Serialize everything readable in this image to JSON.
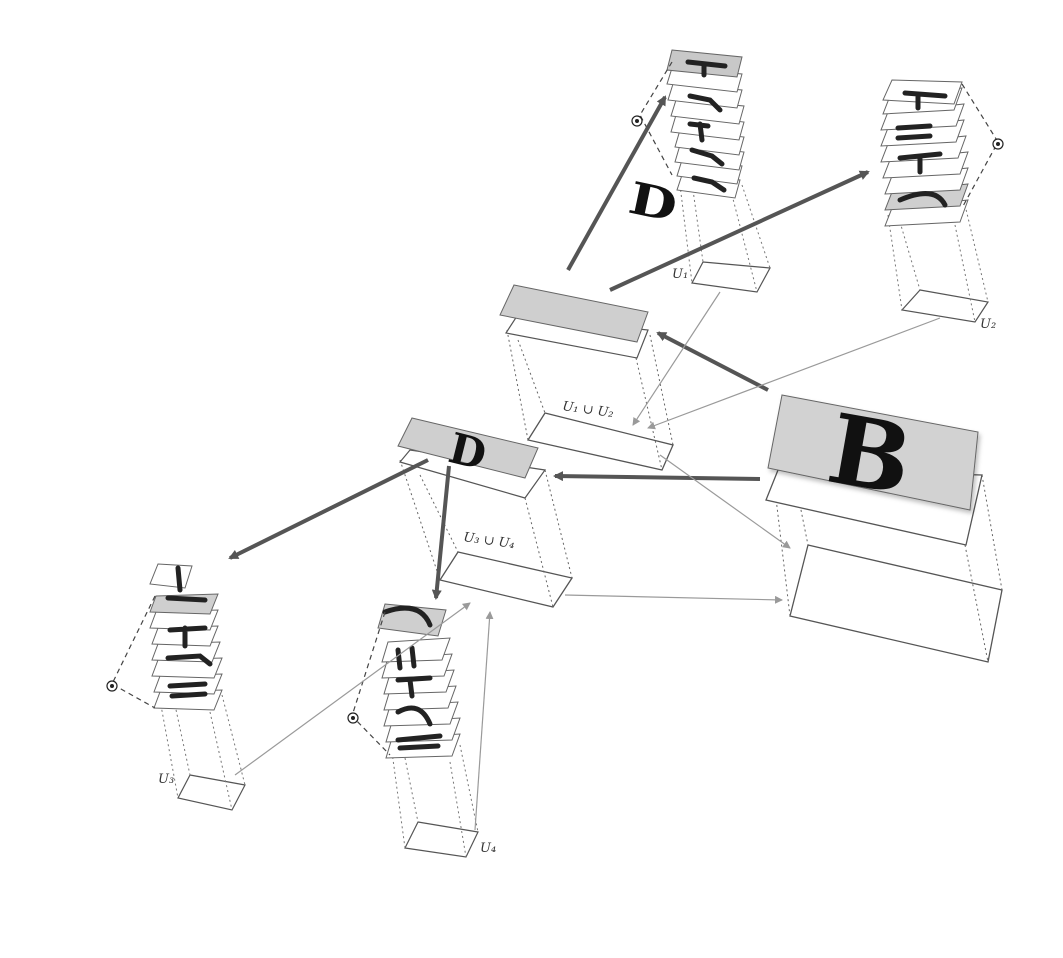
{
  "diagram": {
    "root": {
      "letter": "B"
    },
    "mid_nodes": [
      {
        "letter": "D",
        "region_label": "U₁ ∪ U₂"
      },
      {
        "letter": "D",
        "region_label": "U₃ ∪ U₄"
      }
    ],
    "leaf_labels": [
      "U₁",
      "U₂",
      "U₃",
      "U₄"
    ]
  },
  "colors": {
    "sheet_fill": "#cfcfcf",
    "arrow": "#555555",
    "thin_arrow": "#9a9a9a",
    "outline": "#444444"
  }
}
